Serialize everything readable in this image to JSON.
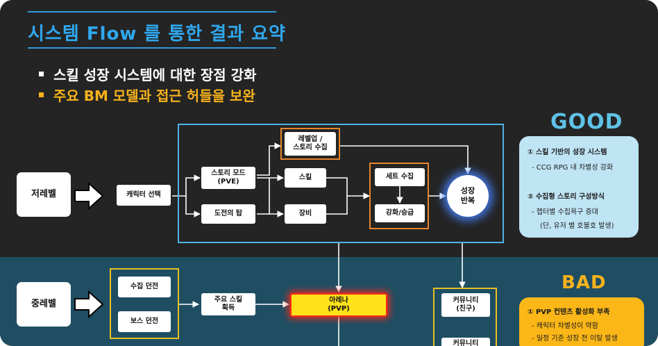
{
  "title": "시스템 Flow 를 통한 결과 요약",
  "bullets": [
    "스킬 성장 시스템에 대한 장점 강화",
    "주요 BM 모델과 접근 허들을 보완"
  ],
  "flow": {
    "level_low": "저레벨",
    "level_mid": "중레벨",
    "char_select": "캐릭터 선택",
    "story_mode_1": "스토리 모드",
    "story_mode_2": "(PVE)",
    "challenge_tower": "도전의 탑",
    "levelup_1": "레벨업 /",
    "levelup_2": "스토리 수집",
    "skill": "스킬",
    "equipment": "장비",
    "set_collect": "세트 수집",
    "enhance": "강화/승급",
    "growth_1": "성장",
    "growth_2": "반복",
    "collect_dungeon": "수집 던전",
    "boss_dungeon": "보스 던전",
    "main_skill_1": "주요 스킬",
    "main_skill_2": "획득",
    "arena_1": "아레나",
    "arena_2": "(PVP)",
    "community_1": "커뮤니티",
    "community_2": "(친구)",
    "community_partial": "커뮤니티"
  },
  "good": {
    "title": "GOOD",
    "item1_head": "① 스킬 기반의 성장 시스템",
    "item1_sub": "- CCG RPG 내 차별성 강화",
    "item2_head": "② 수집형 스토리 구성방식",
    "item2_sub": "- 챕터별 수집욕구 증대",
    "item2_note": "(단, 유저 별 호불호 발생)"
  },
  "bad": {
    "title": "BAD",
    "item1_head": "① PVP 컨텐츠 활성화 부족",
    "item1_sub1": "- 캐릭터 차별성이 약함",
    "item1_sub2": "- 일정 기준 성장 전 이탈 발생"
  },
  "colors": {
    "accent_blue": "#2fa8ef",
    "accent_yellow": "#f7b21c",
    "orange_frame": "#e8862c",
    "dark_bg": "#242424",
    "teal_bg": "#1f4e63"
  }
}
